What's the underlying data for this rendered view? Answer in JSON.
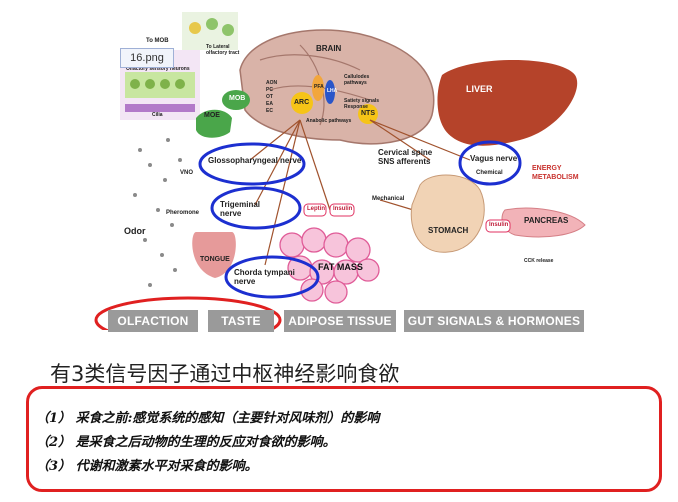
{
  "file_label": "16.png",
  "diagram": {
    "labels": {
      "to_mob": "To MOB",
      "to_lateral": "To Lateral olfactory tract",
      "olfactory_sensory_neurons": "Olfactory sensory neurons",
      "cilia": "Cilia",
      "moe": "MOE",
      "mob": "MOB",
      "brain": "BRAIN",
      "aon": "AON",
      "pc": "PC",
      "ot": "OT",
      "ea": "EA",
      "ec": "EC",
      "arc": "ARC",
      "pfa": "PFA",
      "lha": "LHA",
      "nts": "NTS",
      "cellular_pathways": "Callulodes pathways",
      "satiety_signals": "Satiety signals Response",
      "anabolic_pathways": "Anabolic pathways",
      "glossopharyngeal": "Glossopharyngeal nerve",
      "trigeminal": "Trigeminal nerve",
      "chorda_tympani": "Chorda tympani nerve",
      "vno": "VNO",
      "pheromone": "Pheromone",
      "odor": "Odor",
      "tongue": "TONGUE",
      "leptin": "Leptin",
      "insulin": "Insulin",
      "fat_mass": "FAT MASS",
      "cervical_spine": "Cervical spine SNS afferents",
      "mechanical": "Mechanical",
      "vagus": "Vagus nerve",
      "chemical": "Chemical",
      "liver": "LIVER",
      "energy_metabolism": "ENERGY METABOLISM",
      "stomach": "STOMACH",
      "insulin_2": "Insulin",
      "pancreas": "PANCREAS",
      "cck_release": "CCK release"
    },
    "categories": [
      "OLFACTION",
      "TASTE",
      "ADIPOSE TISSUE",
      "GUT SIGNALS & HORMONES"
    ]
  },
  "headline": "有3类信号因子通过中枢神经影响食欲",
  "notes": [
    "（1） 采食之前:感觉系统的感知（主要针对风味剂）的影响",
    "（2） 是采食之后动物的生理的反应对食欲的影响。",
    "（3） 代谢和激素水平对采食的影响。"
  ],
  "colors": {
    "highlight_red": "#e02020",
    "highlight_blue": "#1c2fd0",
    "category_gray": "#9a9a9a",
    "organ_pink": "#e9a3a8",
    "liver": "#b5432a",
    "fat": "#f1a7c9"
  }
}
